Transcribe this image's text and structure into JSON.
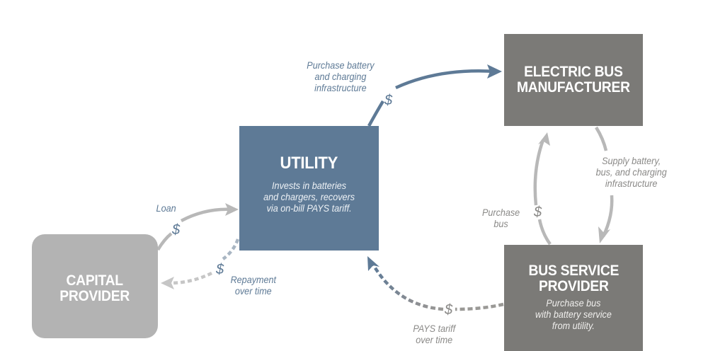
{
  "nodes": {
    "utility": {
      "title": "UTILITY",
      "description": "Invests in batteries and chargers, recovers via on-bill PAYS tariff.",
      "desc_lines": [
        "Invests in batteries",
        "and chargers, recovers",
        "via on-bill PAYS tariff."
      ]
    },
    "manufacturer": {
      "title_lines": [
        "ELECTRIC BUS",
        "MANUFACTURER"
      ]
    },
    "bus_service_provider": {
      "title_lines": [
        "BUS SERVICE",
        "PROVIDER"
      ],
      "desc_lines": [
        "Purchase bus",
        "with battery service",
        "from utility."
      ]
    },
    "capital_provider": {
      "title_lines": [
        "CAPITAL",
        "PROVIDER"
      ]
    }
  },
  "flows": {
    "purchase_battery": {
      "label_lines": [
        "Purchase battery",
        "and charging",
        "infrastructure"
      ],
      "symbol": "$"
    },
    "supply": {
      "label_lines": [
        "Supply battery,",
        "bus, and charging",
        "infrastructure"
      ]
    },
    "purchase_bus": {
      "label_lines": [
        "Purchase",
        "bus"
      ],
      "symbol": "$"
    },
    "pays_tariff": {
      "label_lines": [
        "PAYS tariff",
        "over time"
      ],
      "symbol": "$"
    },
    "loan": {
      "label": "Loan",
      "symbol": "$"
    },
    "repayment": {
      "label_lines": [
        "Repayment",
        "over time"
      ],
      "symbol": "$"
    }
  },
  "colors": {
    "utility_blue": "#5e7a96",
    "dark_gray": "#7b7a77",
    "light_gray": "#b3b3b3",
    "arrow_gray": "#b8b8b8"
  }
}
